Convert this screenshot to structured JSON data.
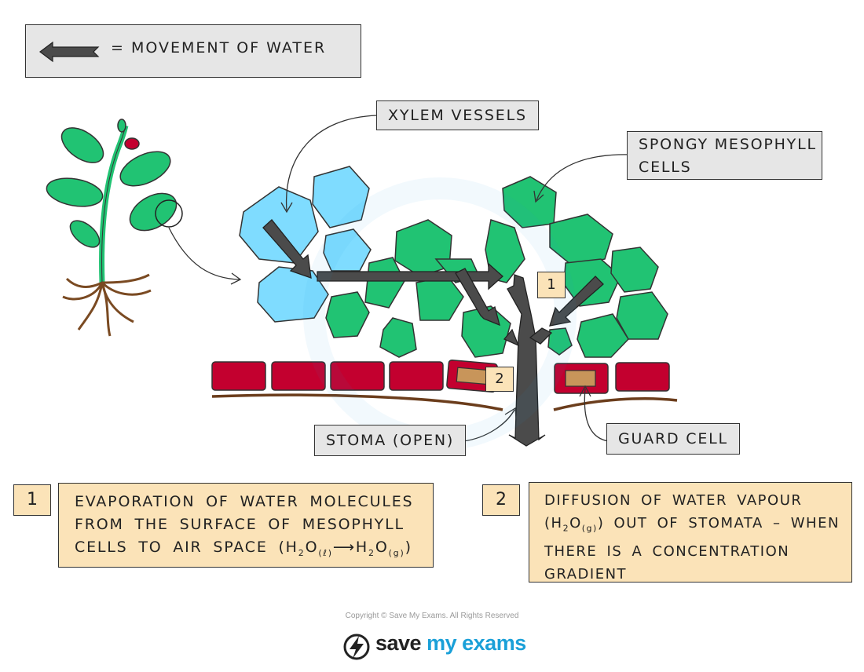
{
  "legend": {
    "text": "= MOVEMENT OF WATER"
  },
  "labels": {
    "xylem": "XYLEM VESSELS",
    "spongy_line1": "SPONGY MESOPHYLL",
    "spongy_line2": "CELLS",
    "stoma": "STOMA (OPEN)",
    "guard": "GUARD CELL"
  },
  "markers": {
    "one": "1",
    "two": "2"
  },
  "explanations": {
    "step1": {
      "number": "1",
      "line1": "EVAPORATION OF WATER MOLECULES",
      "line2": "FROM THE SURFACE OF MESOPHYLL",
      "line3_text": "CELLS TO AIR SPACE (H",
      "line3_sub1": "2",
      "line3_mid1": "O",
      "line3_sub2": "(ℓ)",
      "line3_arrow": "⟶",
      "line3_mid2": "H",
      "line3_sub3": "2",
      "line3_mid3": "O",
      "line3_sub4": "(g)",
      "line3_end": ")"
    },
    "step2": {
      "number": "2",
      "line1": "DIFFUSION OF WATER VAPOUR",
      "line2_pre": "(H",
      "line2_sub1": "2",
      "line2_mid": "O",
      "line2_sub2": "(g)",
      "line2_end": ") OUT OF STOMATA – WHEN",
      "line3": "THERE IS A CONCENTRATION",
      "line4": "GRADIENT"
    }
  },
  "footer": {
    "copyright": "Copyright © Save My Exams. All Rights Reserved",
    "logo_a": "save",
    "logo_b": "my",
    "logo_c": "exams"
  },
  "colors": {
    "xylem": "#7fdcff",
    "mesophyll": "#21c373",
    "epidermis": "#c3002f",
    "arrow": "#4b4b4b",
    "label_bg": "#e6e6e6",
    "explain_bg": "#fbe3b8",
    "guard_inner": "#c8955a",
    "brand_blue": "#1aa0d8"
  }
}
